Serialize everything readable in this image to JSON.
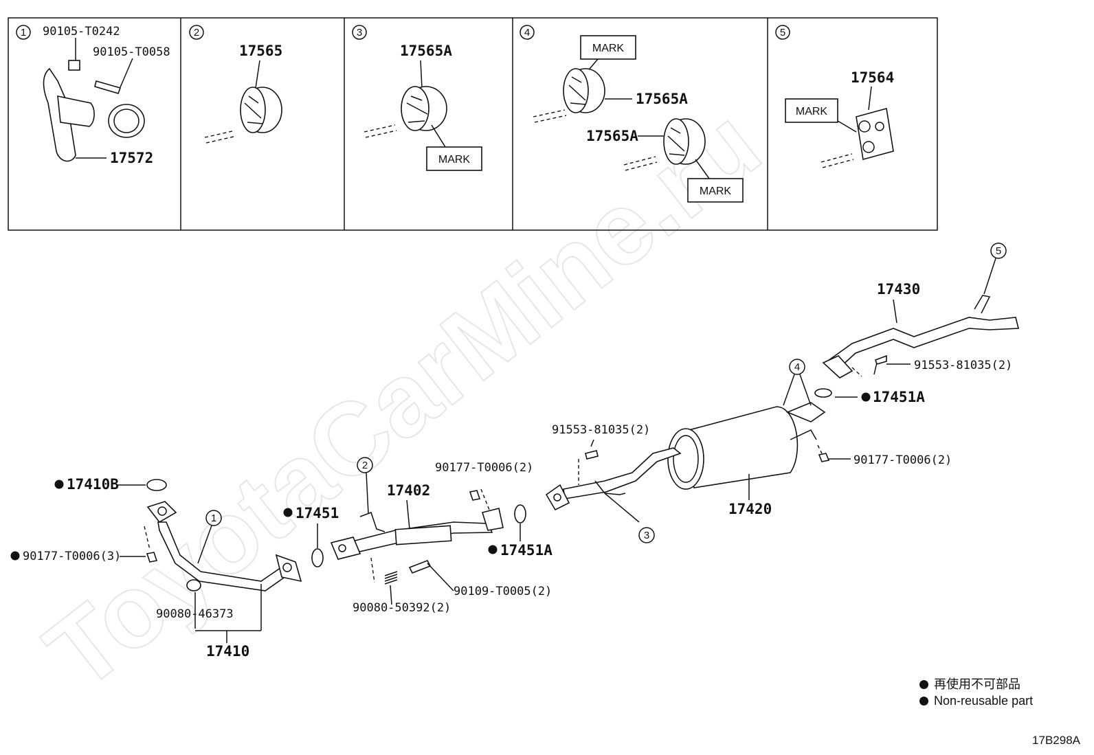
{
  "watermark": "ToyotaCarMine.ru",
  "panels": [
    {
      "num": "1",
      "parts": [
        "90105-T0242",
        "90105-T0058",
        "17572"
      ]
    },
    {
      "num": "2",
      "parts": [
        "17565"
      ]
    },
    {
      "num": "3",
      "parts": [
        "17565A"
      ],
      "mark": "MARK"
    },
    {
      "num": "4",
      "parts": [
        "17565A",
        "17565A"
      ],
      "marks": [
        "MARK",
        "MARK"
      ]
    },
    {
      "num": "5",
      "parts": [
        "17564"
      ],
      "mark": "MARK"
    }
  ],
  "callouts": [
    "5",
    "4",
    "2",
    "1",
    "3"
  ],
  "labels": {
    "p17430": "17430",
    "p91553_top": "91553-81035(2)",
    "p17451A_right": "17451A",
    "p90177_right": "90177-T0006(2)",
    "p91553_mid": "91553-81035(2)",
    "p17420": "17420",
    "p90177_mid": "90177-T0006(2)",
    "p17402": "17402",
    "p17410B": "17410B",
    "p17451": "17451",
    "p17451A_mid": "17451A",
    "p90177_left": "90177-T0006(3)",
    "p90109": "90109-T0005(2)",
    "p90080_50392": "90080-50392(2)",
    "p90080_46373": "90080-46373",
    "p17410": "17410"
  },
  "legend": {
    "jp": "再使用不可部品",
    "en": "Non-reusable part"
  },
  "diagram_code": "17B298A"
}
